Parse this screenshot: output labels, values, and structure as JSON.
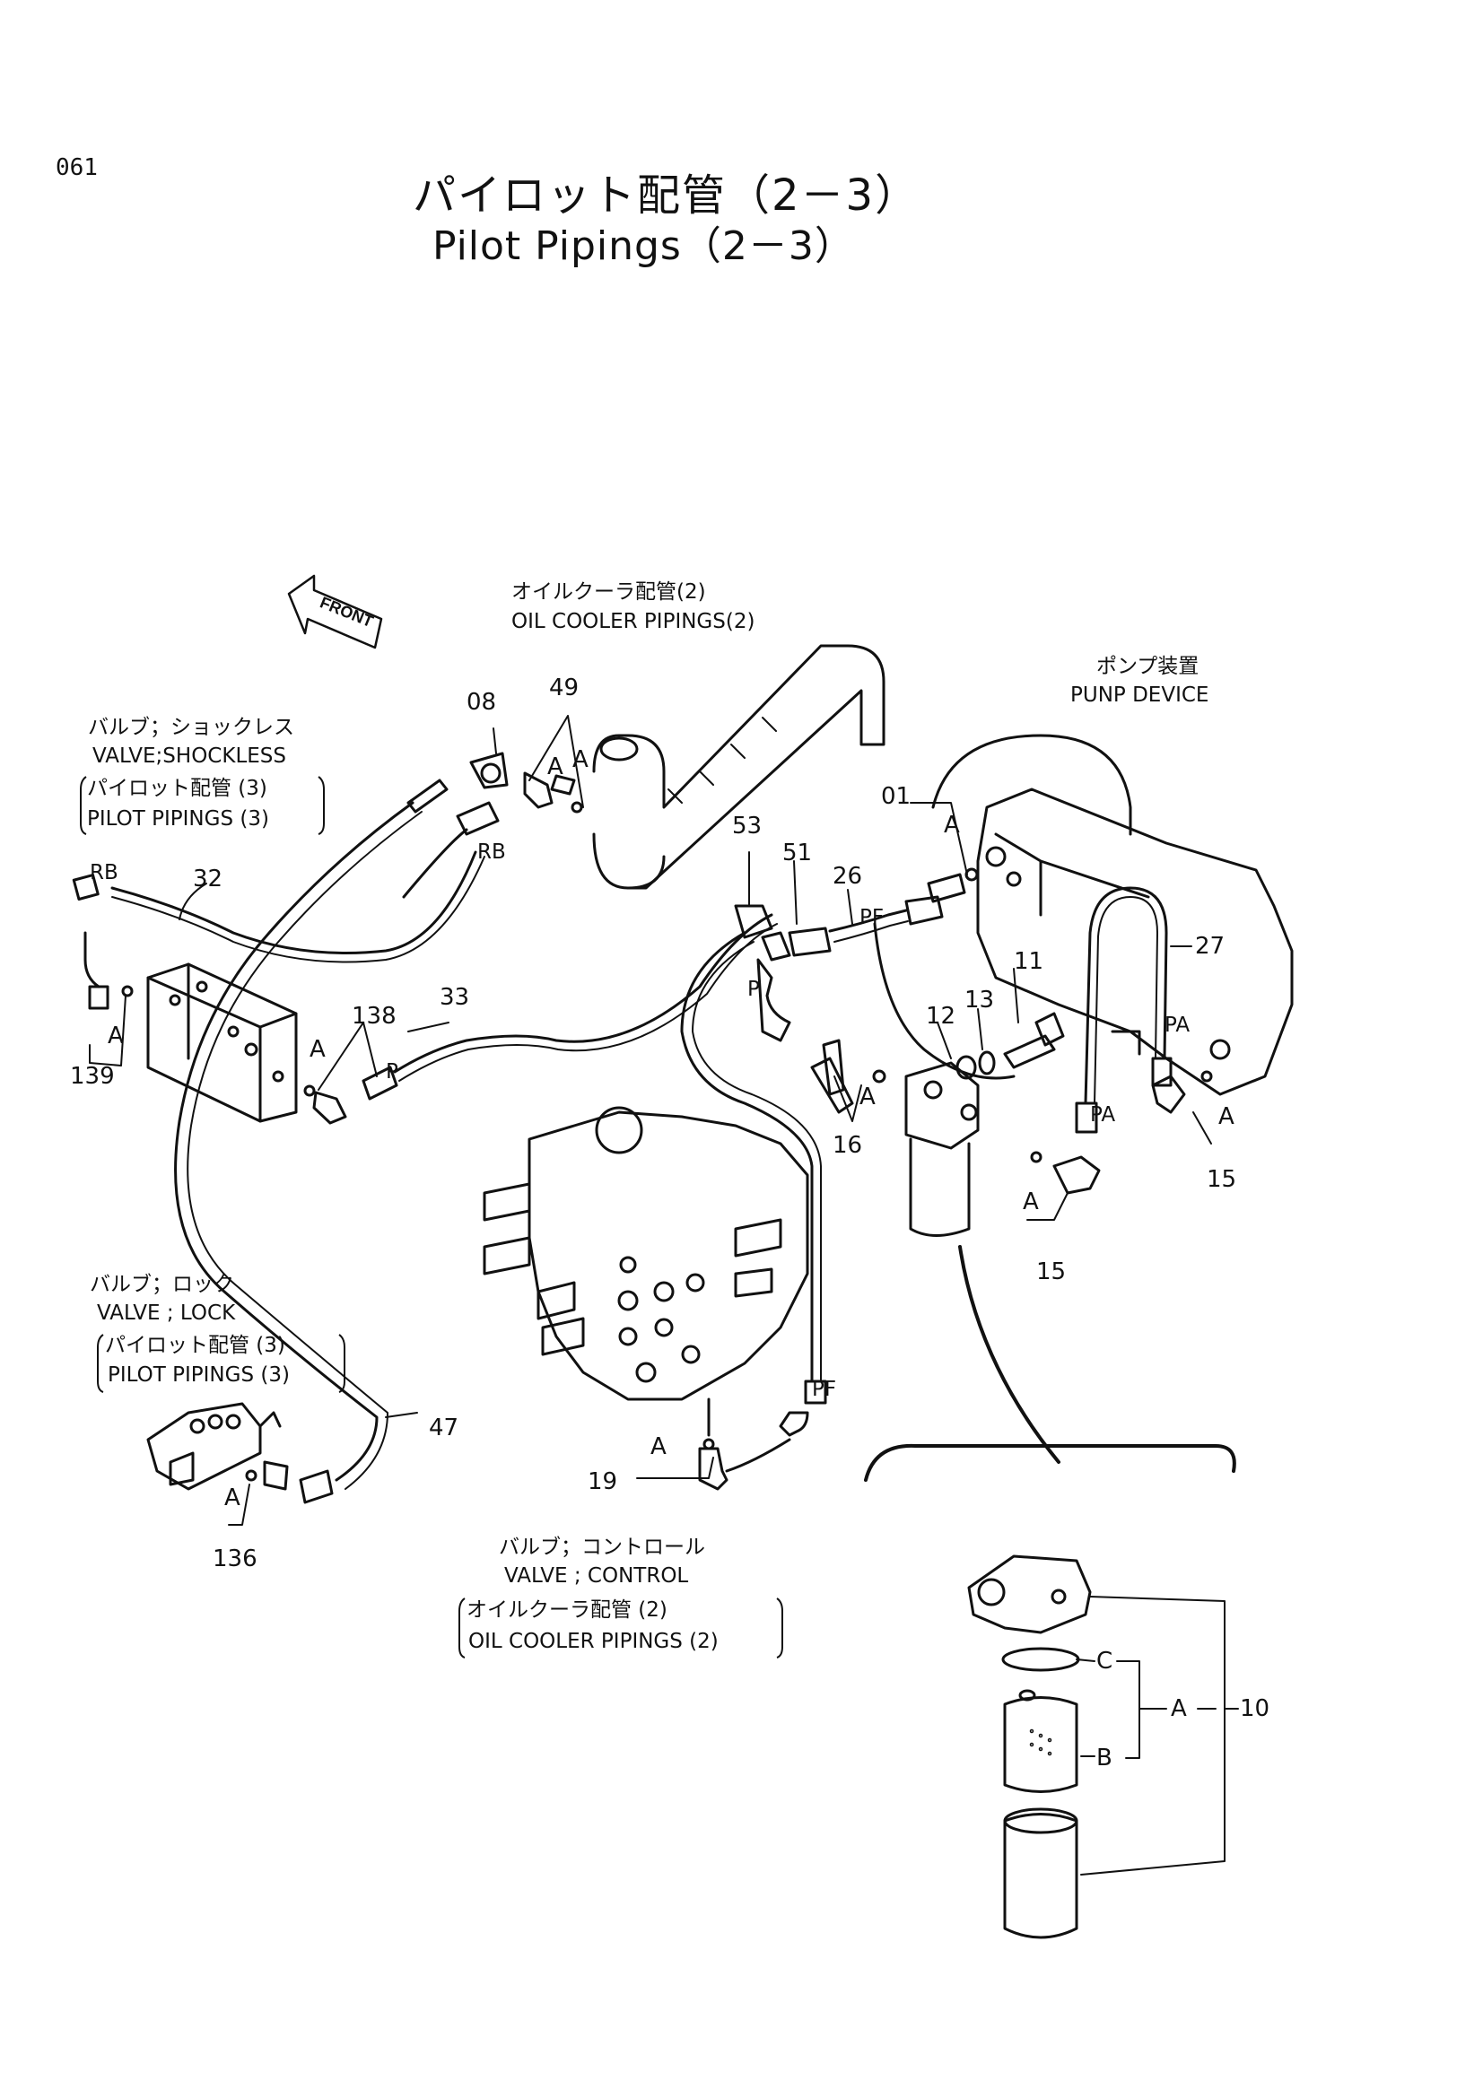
{
  "page_number": "061",
  "title_jp": "パイロット配管（2－3）",
  "title_en": "Pilot Pipings（2－3）",
  "front_label": "FRONT",
  "labels": {
    "oil_cooler_top": {
      "jp": "オイルクーラ配管(2)",
      "en": "OIL COOLER PIPINGS(2)"
    },
    "pump_device": {
      "jp": "ポンプ装置",
      "en": "PUNP DEVICE"
    },
    "valve_shockless": {
      "jp": "バルブ；ショックレス",
      "en": "VALVE;SHOCKLESS",
      "ref_jp": "パイロット配管 (3)",
      "ref_en": "PILOT PIPINGS (3)"
    },
    "valve_lock": {
      "jp": "バルブ；ロック",
      "en": "VALVE ; LOCK",
      "ref_jp": "パイロット配管 (3)",
      "ref_en": "PILOT PIPINGS (3)"
    },
    "valve_control": {
      "jp": "バルブ；コントロール",
      "en": "VALVE ; CONTROL",
      "ref_jp": "オイルクーラ配管 (2)",
      "ref_en": "OIL COOLER PIPINGS (2)"
    }
  },
  "callouts": {
    "p08": "08",
    "p49": "49",
    "p32": "32",
    "p33": "33",
    "p138": "138",
    "p139": "139",
    "p53": "53",
    "p51": "51",
    "p26": "26",
    "p01": "01",
    "p27": "27",
    "p11": "11",
    "p12": "12",
    "p13": "13",
    "p16": "16",
    "p15a": "15",
    "p15b": "15",
    "p47": "47",
    "p19": "19",
    "p136": "136",
    "p10": "10",
    "pA": "A",
    "pB": "B",
    "pC": "C"
  },
  "port_labels": {
    "rb1": "RB",
    "rb2": "RB",
    "pf1": "PF",
    "pf2": "PF",
    "p1": "P",
    "p2": "P",
    "pa1": "PA",
    "pa2": "PA"
  },
  "a_marks": [
    "A",
    "A",
    "A",
    "A",
    "A",
    "A",
    "A",
    "A",
    "A",
    "A",
    "A"
  ]
}
